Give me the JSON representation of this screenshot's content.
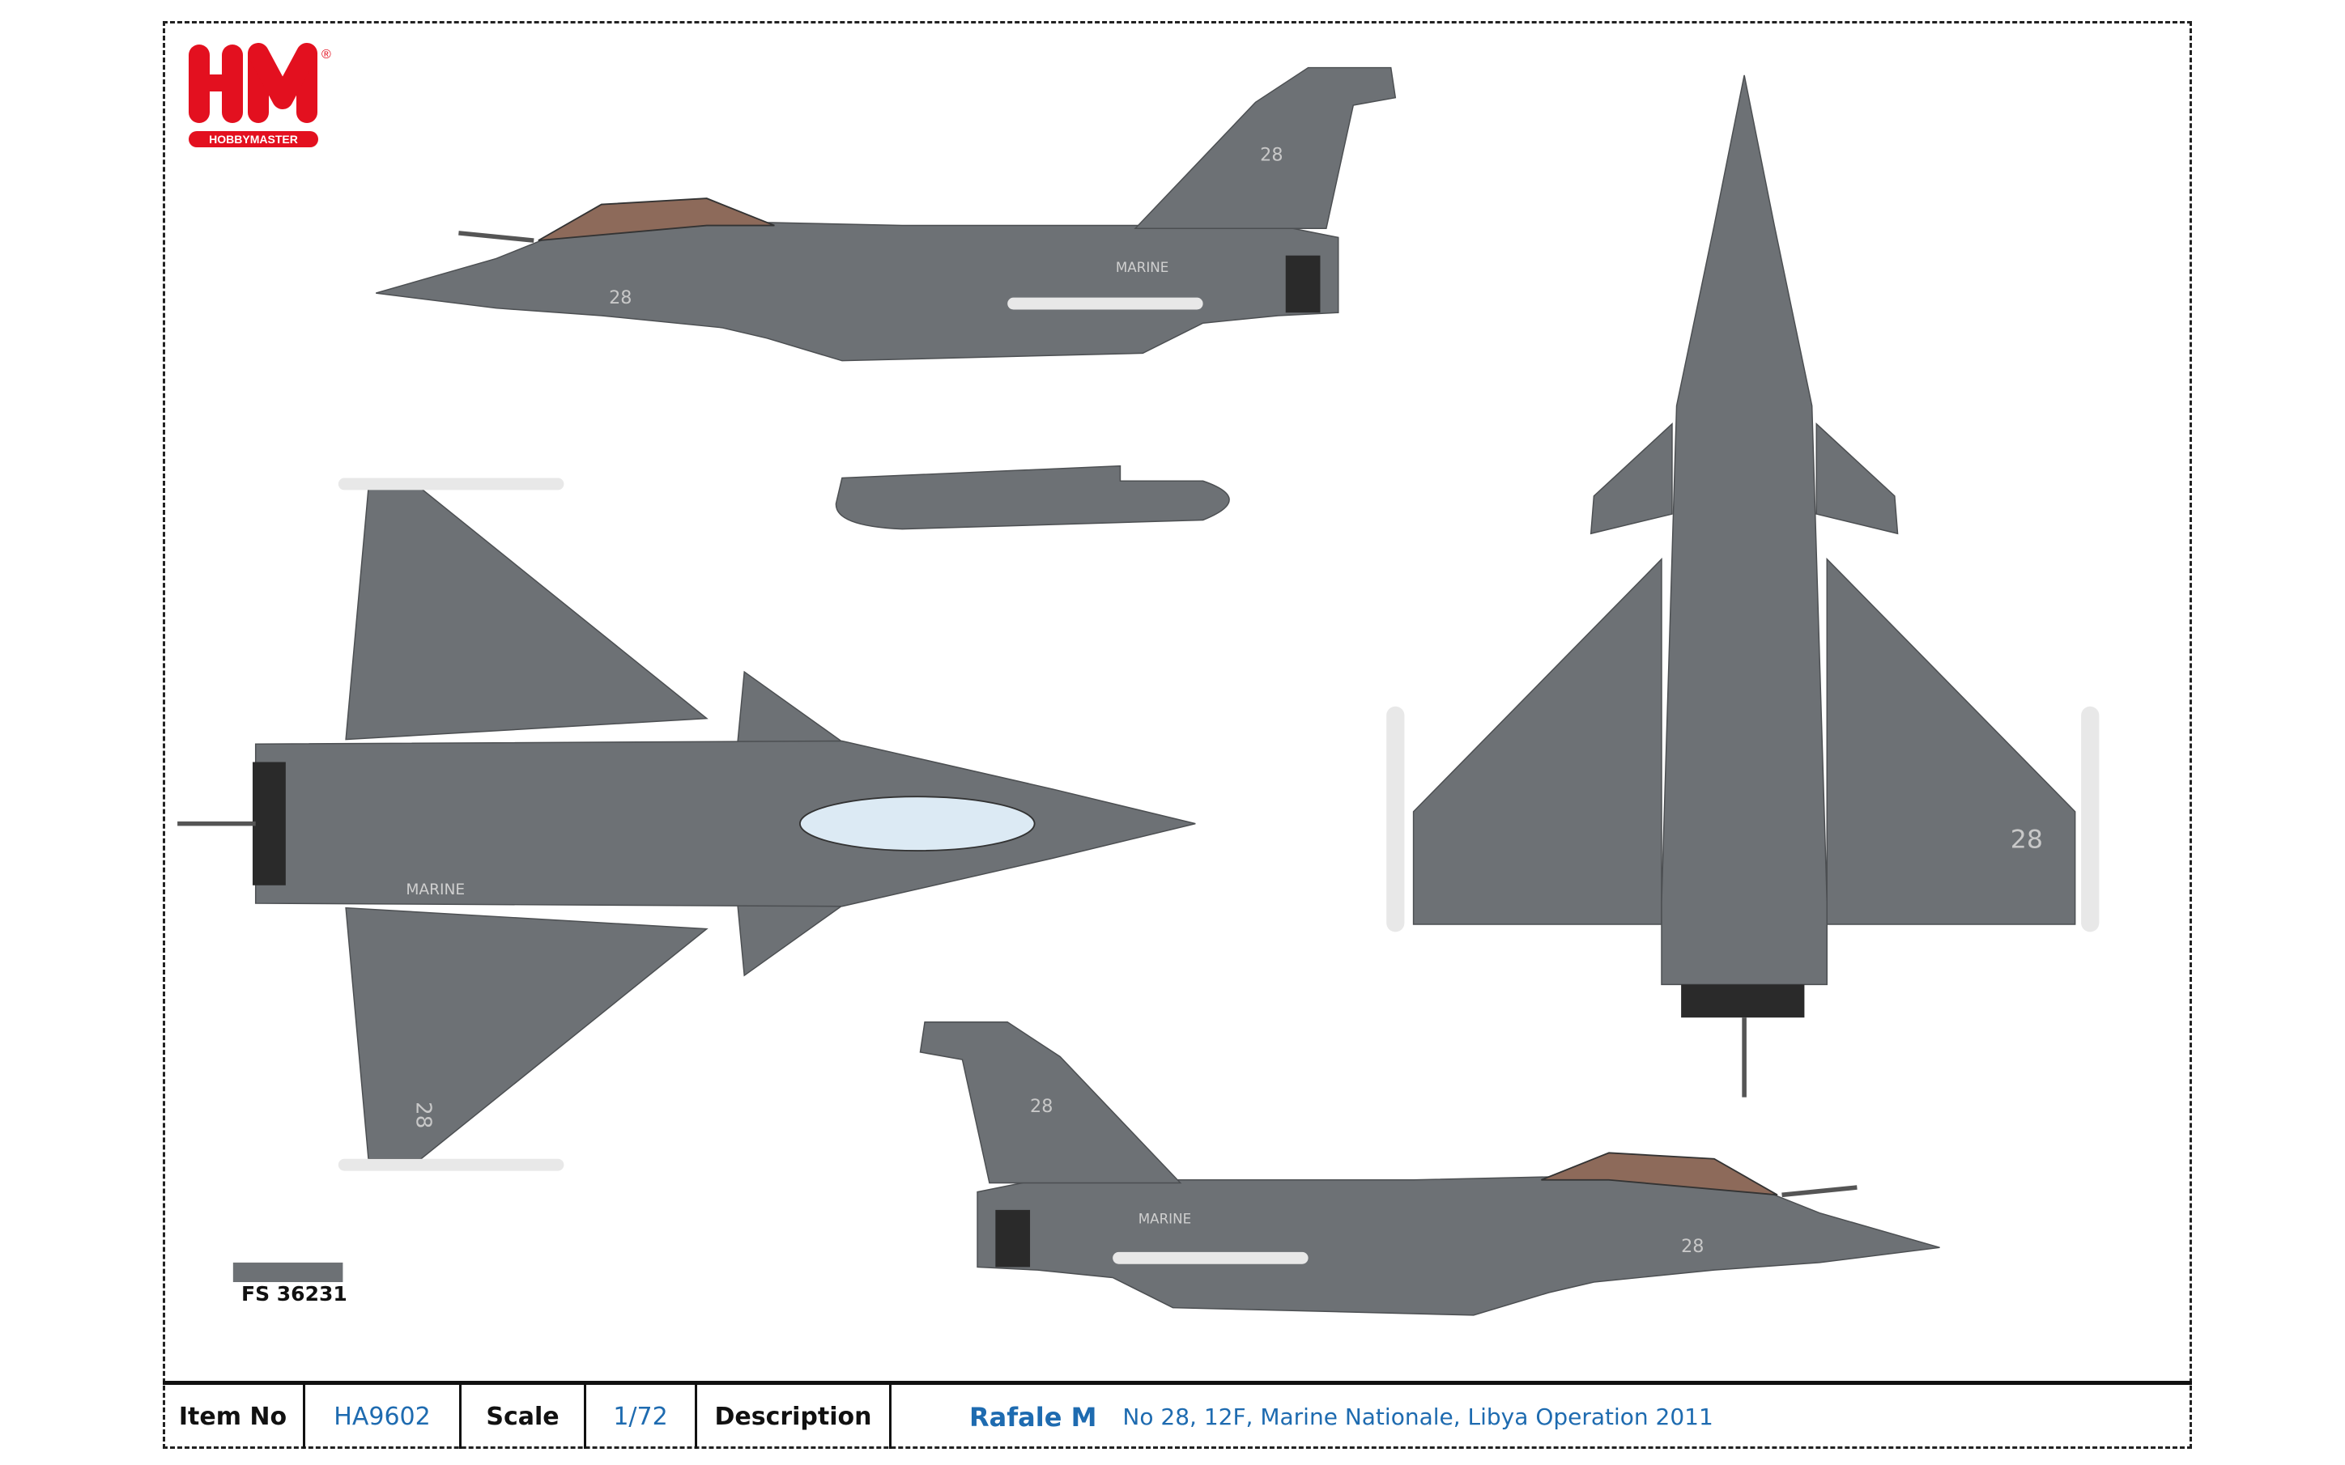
{
  "brand": {
    "logo_text": "HM",
    "logo_subtext": "HOBBYMASTER",
    "registered": "®",
    "color": "#e3101f"
  },
  "aircraft": {
    "paint_color": "#6d7175",
    "markings": {
      "number": "28",
      "service": "MARINE"
    }
  },
  "color_swatch": {
    "label": "FS 36231",
    "color": "#6d7175"
  },
  "info_table": {
    "item_no_label": "Item No",
    "item_no": "HA9602",
    "scale_label": "Scale",
    "scale": "1/72",
    "description_label": "Description",
    "model": "Rafale M",
    "description": "No 28, 12F, Marine Nationale, Libya Operation 2011"
  }
}
